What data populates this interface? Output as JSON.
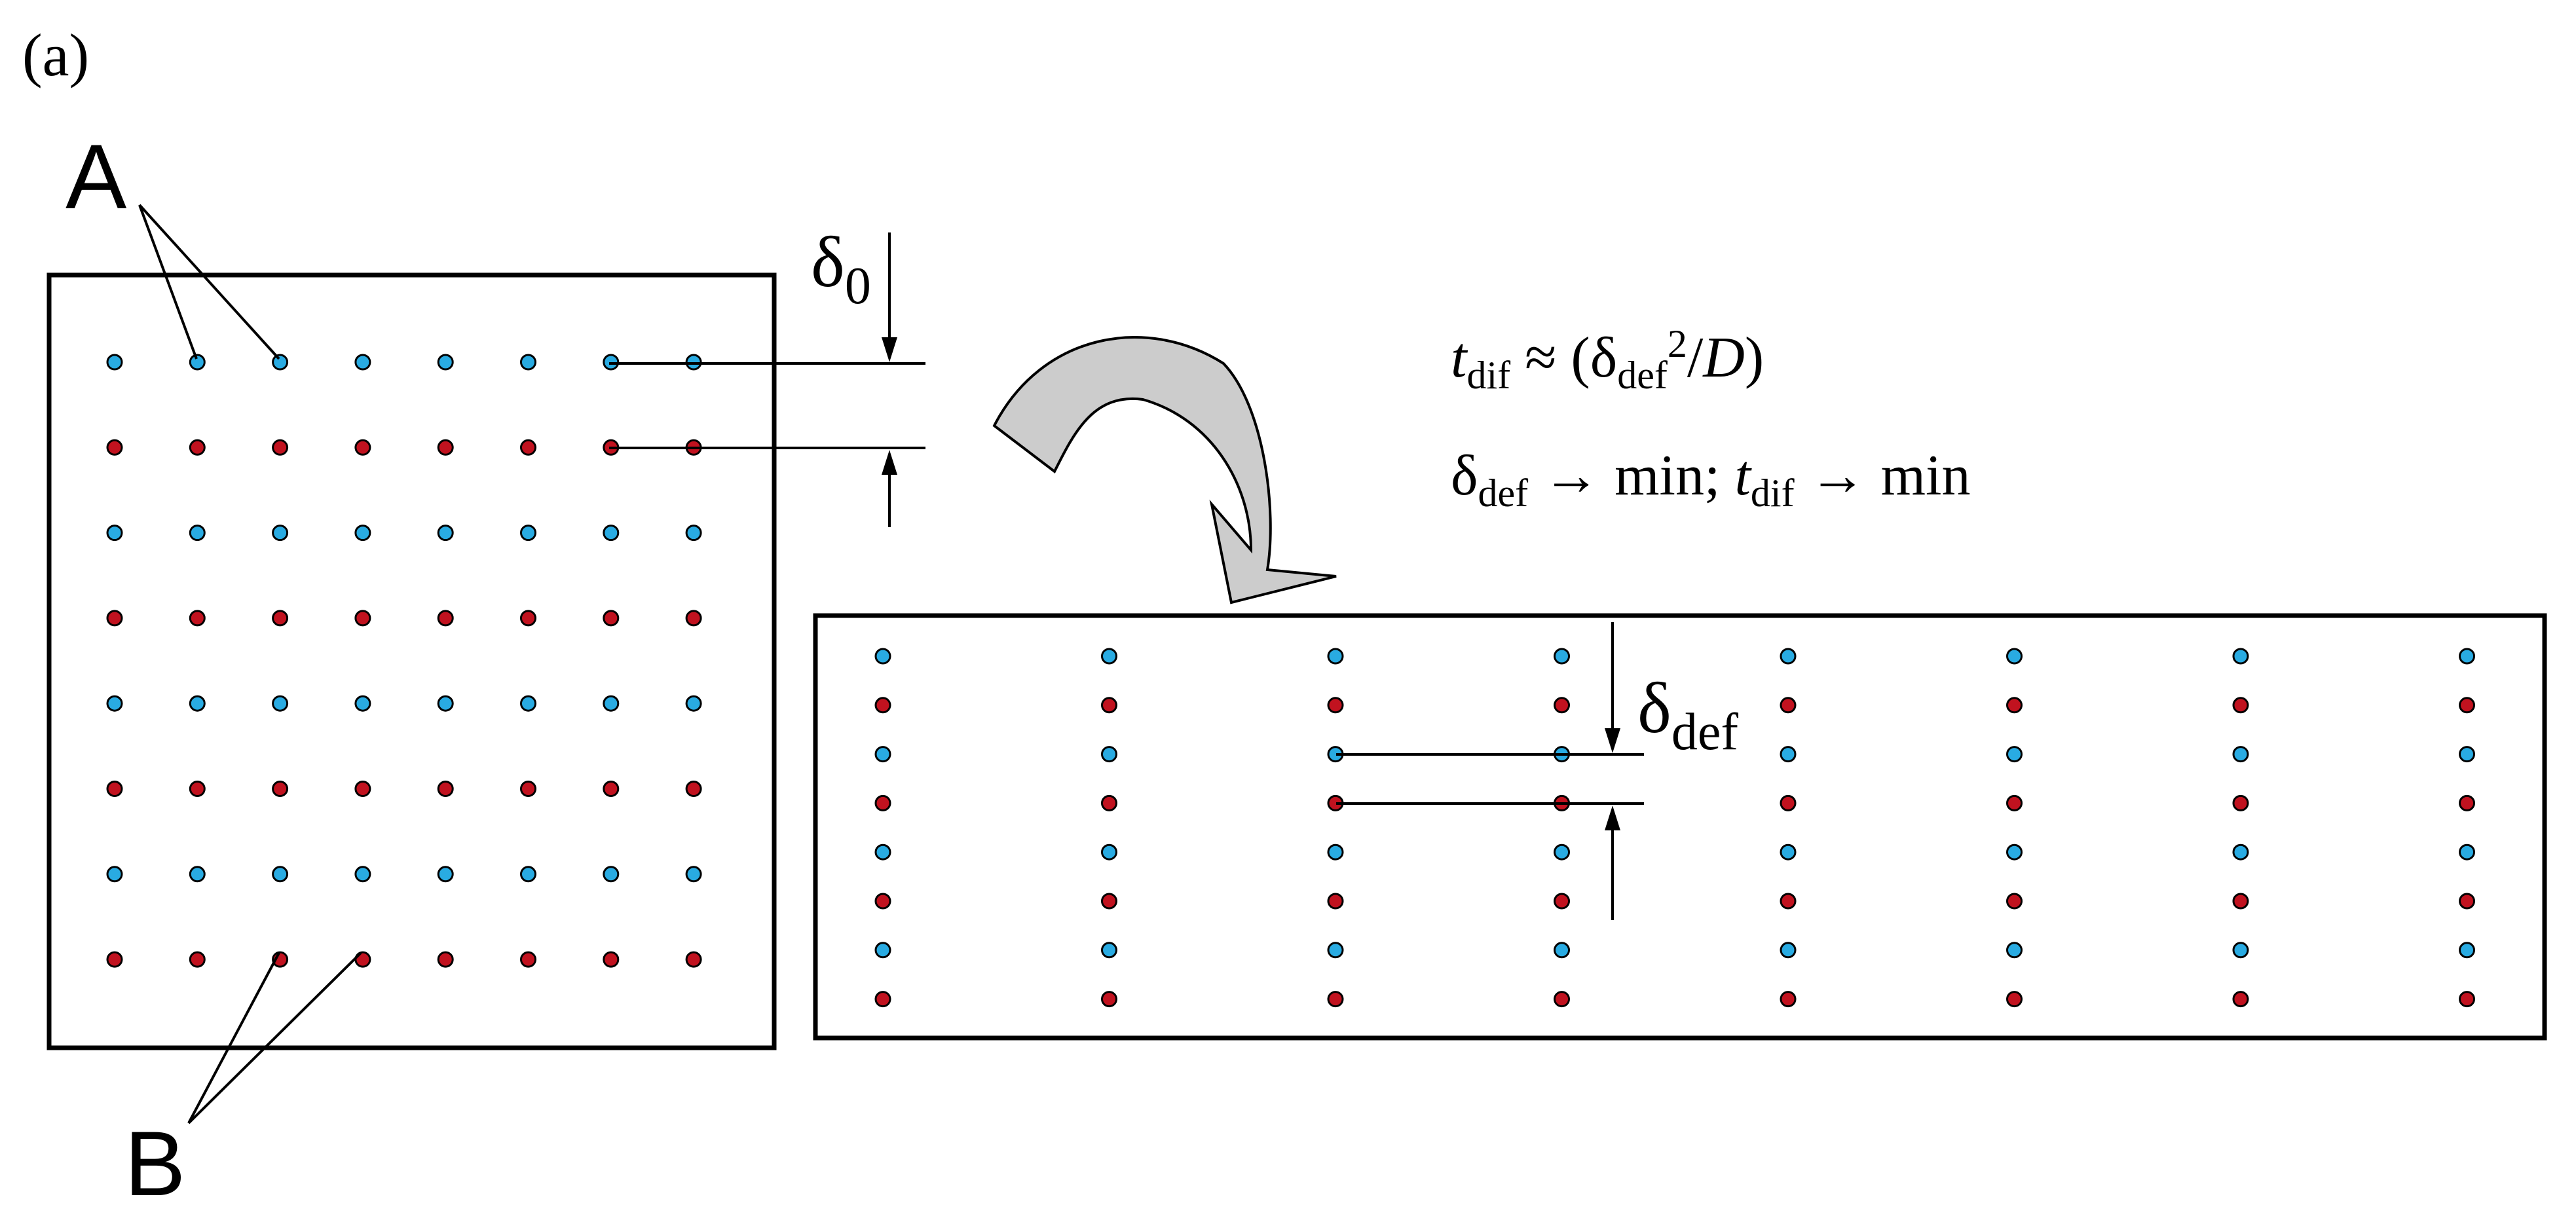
{
  "panel_label": "(a)",
  "label_a": "A",
  "label_b": "B",
  "delta0": {
    "symbol": "δ",
    "subscript": "0"
  },
  "delta_def": {
    "symbol": "δ",
    "subscript": "def"
  },
  "formula_line1": {
    "t": "t",
    "t_sub": "dif",
    "approx_open": " ≈ (δ",
    "delta_sub": "def",
    "sup": "2",
    "slash": "/",
    "D": "D",
    "close": ")"
  },
  "formula_line2": {
    "delta": "δ",
    "delta_sub": "def",
    "arrow_min": " → min; ",
    "t": "t",
    "t_sub": "dif",
    "arrow_min_end": " → min"
  },
  "colors": {
    "species_a": "#29abe2",
    "species_b": "#c1121f",
    "arrow_fill": "#cccccc",
    "stroke": "#000000"
  },
  "left_grid": {
    "rows": [
      "A",
      "B",
      "A",
      "B",
      "A",
      "B",
      "A",
      "B"
    ],
    "columns": 8
  },
  "right_grid": {
    "rows": [
      "A",
      "B",
      "A",
      "B",
      "A",
      "B",
      "A",
      "B"
    ],
    "columns": 8
  }
}
